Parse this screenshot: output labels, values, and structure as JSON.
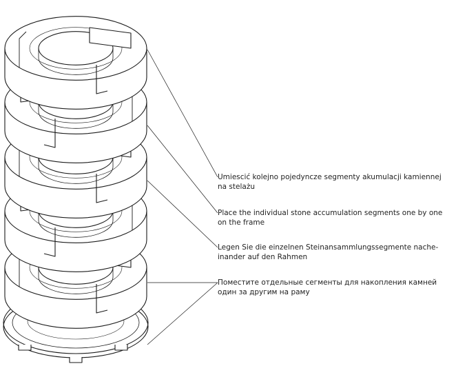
{
  "instructions": {
    "polish": {
      "line1": "Umiescić kolejno pojedyncze segmenty akumulacji kamiennej",
      "line2": "na stelażu"
    },
    "english": {
      "line1": "Place the individual stone accumulation segments one by one",
      "line2": "on the frame"
    },
    "german": {
      "line1": "Legen Sie die einzelnen Steinansammlungssegmente nache-",
      "line2": "inander auf den Rahmen"
    },
    "russian": {
      "line1": "Поместите отдельные сегменты для накопления камней",
      "line2": "один за другим на раму"
    }
  },
  "colors": {
    "line": "#1a1a1a",
    "fill": "#ffffff",
    "text": "#222222"
  }
}
